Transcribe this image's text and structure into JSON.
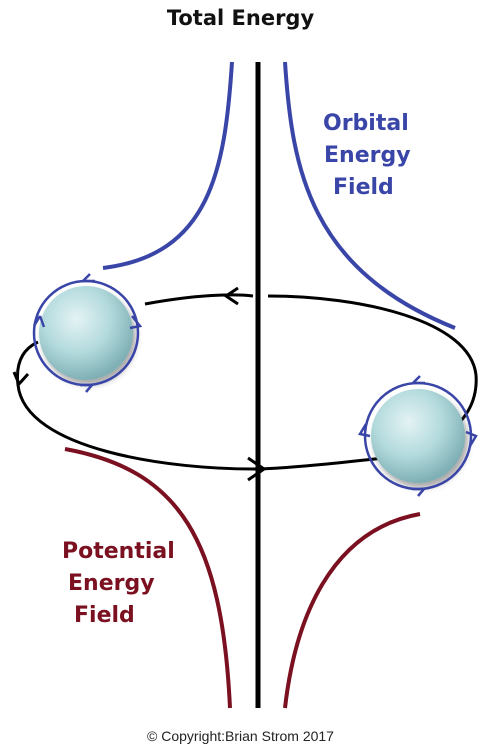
{
  "title": "Total Energy",
  "orbital_label": {
    "line1": "Orbital",
    "line2": "Energy",
    "line3": "Field"
  },
  "potential_label": {
    "line1": "Potential",
    "line2": "Energy",
    "line3": "Field"
  },
  "copyright": "© Copyright:Brian Strom 2017",
  "colors": {
    "orbital": "#3a45a8",
    "potential": "#7a1020",
    "axis": "#000000",
    "sphere": "#b7dde0"
  }
}
